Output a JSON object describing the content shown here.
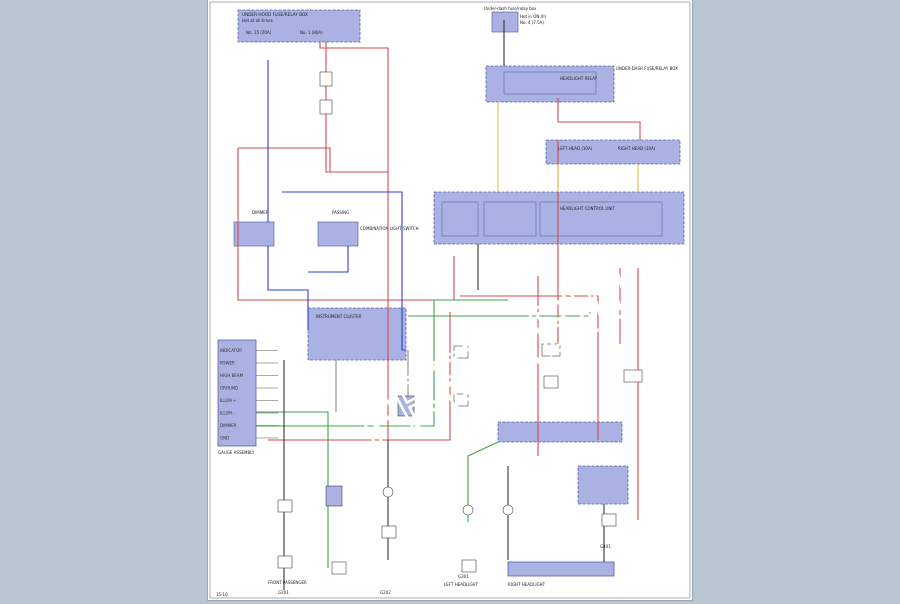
{
  "watermark": "PREVIEW",
  "wire_colors": {
    "red": "#d94b4b",
    "blue": "#2d3fd0",
    "green": "#3da446",
    "yellow": "#d7c24a",
    "black": "#333333",
    "gray": "#8c8c8c",
    "tan": "#b39a6a"
  },
  "box_colors": {
    "fill": "#aab2e4",
    "stroke": "#5a62a8"
  },
  "fuse_box_top": {
    "title": "UNDER-HOOD FUSE/RELAY BOX",
    "sub": "Hot at all times",
    "col1": "No. 15 (20A)",
    "col2": "No. 1 (80A)"
  },
  "tail_relay_box": {
    "title": "Under-dash fuse/relay box",
    "sub": "Hot in ON (II)",
    "item": "No. 4 (7.5A)"
  },
  "relay_box_right": {
    "title": "UNDER-DASH FUSE/RELAY BOX",
    "relay": "HEADLIGHT RELAY"
  },
  "fuse_row": {
    "left": "LEFT HEAD (10A)",
    "right": "RIGHT HEAD (10A)"
  },
  "control_unit": {
    "title": "HEADLIGHT CONTROL UNIT"
  },
  "switches": {
    "left": "DIMMER",
    "right": "PASSING"
  },
  "combo_switch": {
    "title": "COMBINATION LIGHT SWITCH"
  },
  "gauge_panel": {
    "title": "GAUGE ASSEMBLY",
    "pins": [
      "INDICATOR",
      "POWER",
      "HIGH BEAM",
      "GROUND",
      "ILLUM +",
      "ILLUM -",
      "DIMMER",
      "GND"
    ]
  },
  "instrument_cluster": {
    "title": "INSTRUMENT CLUSTER"
  },
  "lower_connectors": {
    "a": "LEFT HEADLIGHT",
    "b": "RIGHT HEADLIGHT",
    "c": "FRONT PASSENGER"
  },
  "ground_labels": [
    "G201",
    "G202",
    "G301",
    "G401"
  ],
  "page_code": "15-16"
}
